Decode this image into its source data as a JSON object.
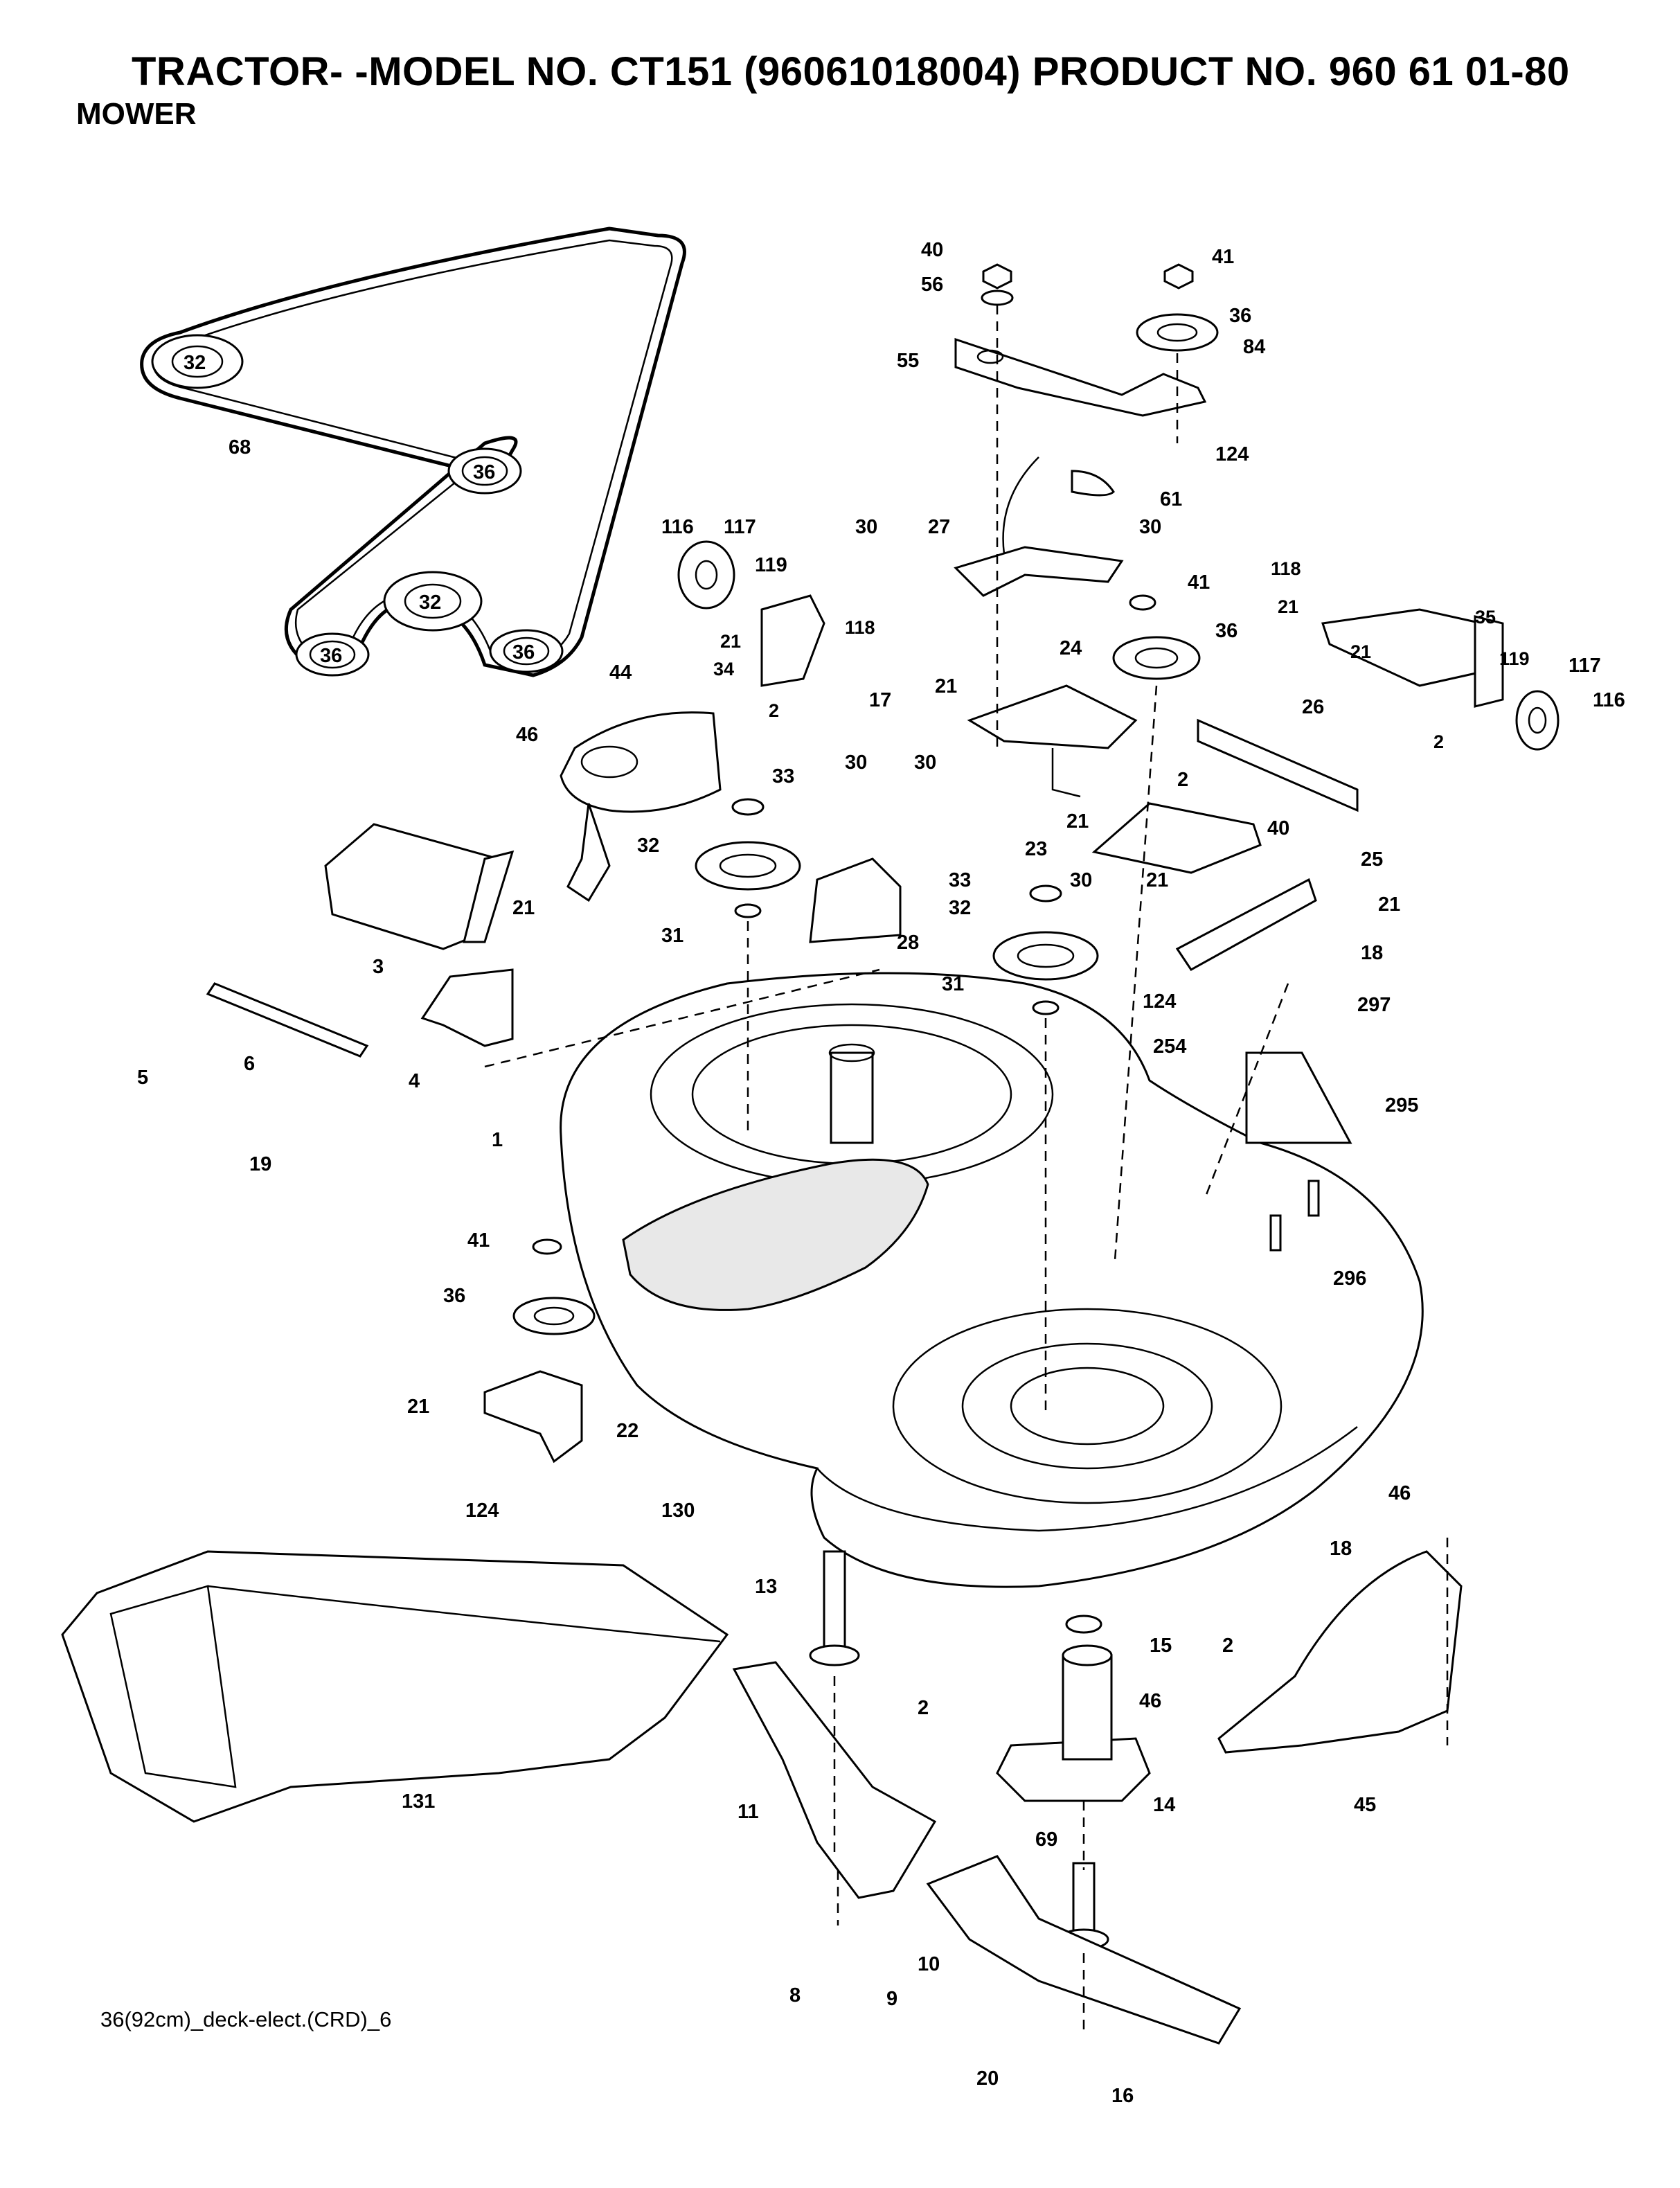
{
  "header": {
    "title": "TRACTOR- -MODEL NO. CT151 (96061018004) PRODUCT NO. 960 61 01-80",
    "subtitle": "MOWER"
  },
  "footer": {
    "code": "36(92cm)_deck-elect.(CRD)_6"
  },
  "belt_pulley_labels": [
    "32",
    "36",
    "32",
    "36",
    "36"
  ],
  "part_labels": [
    "68",
    "40",
    "56",
    "41",
    "36",
    "84",
    "55",
    "124",
    "61",
    "116",
    "117",
    "119",
    "21",
    "34",
    "118",
    "2",
    "30",
    "27",
    "30",
    "41",
    "36",
    "118",
    "21",
    "35",
    "21",
    "119",
    "117",
    "116",
    "2",
    "17",
    "21",
    "24",
    "26",
    "44",
    "46",
    "33",
    "30",
    "30",
    "2",
    "21",
    "40",
    "23",
    "32",
    "31",
    "28",
    "33",
    "32",
    "25",
    "21",
    "30",
    "21",
    "18",
    "124",
    "31",
    "3",
    "21",
    "6",
    "4",
    "5",
    "19",
    "254",
    "297",
    "295",
    "1",
    "296",
    "41",
    "36",
    "21",
    "22",
    "124",
    "130",
    "46",
    "18",
    "13",
    "15",
    "2",
    "2",
    "46",
    "45",
    "131",
    "11",
    "14",
    "69",
    "8",
    "10",
    "9",
    "20",
    "16"
  ]
}
